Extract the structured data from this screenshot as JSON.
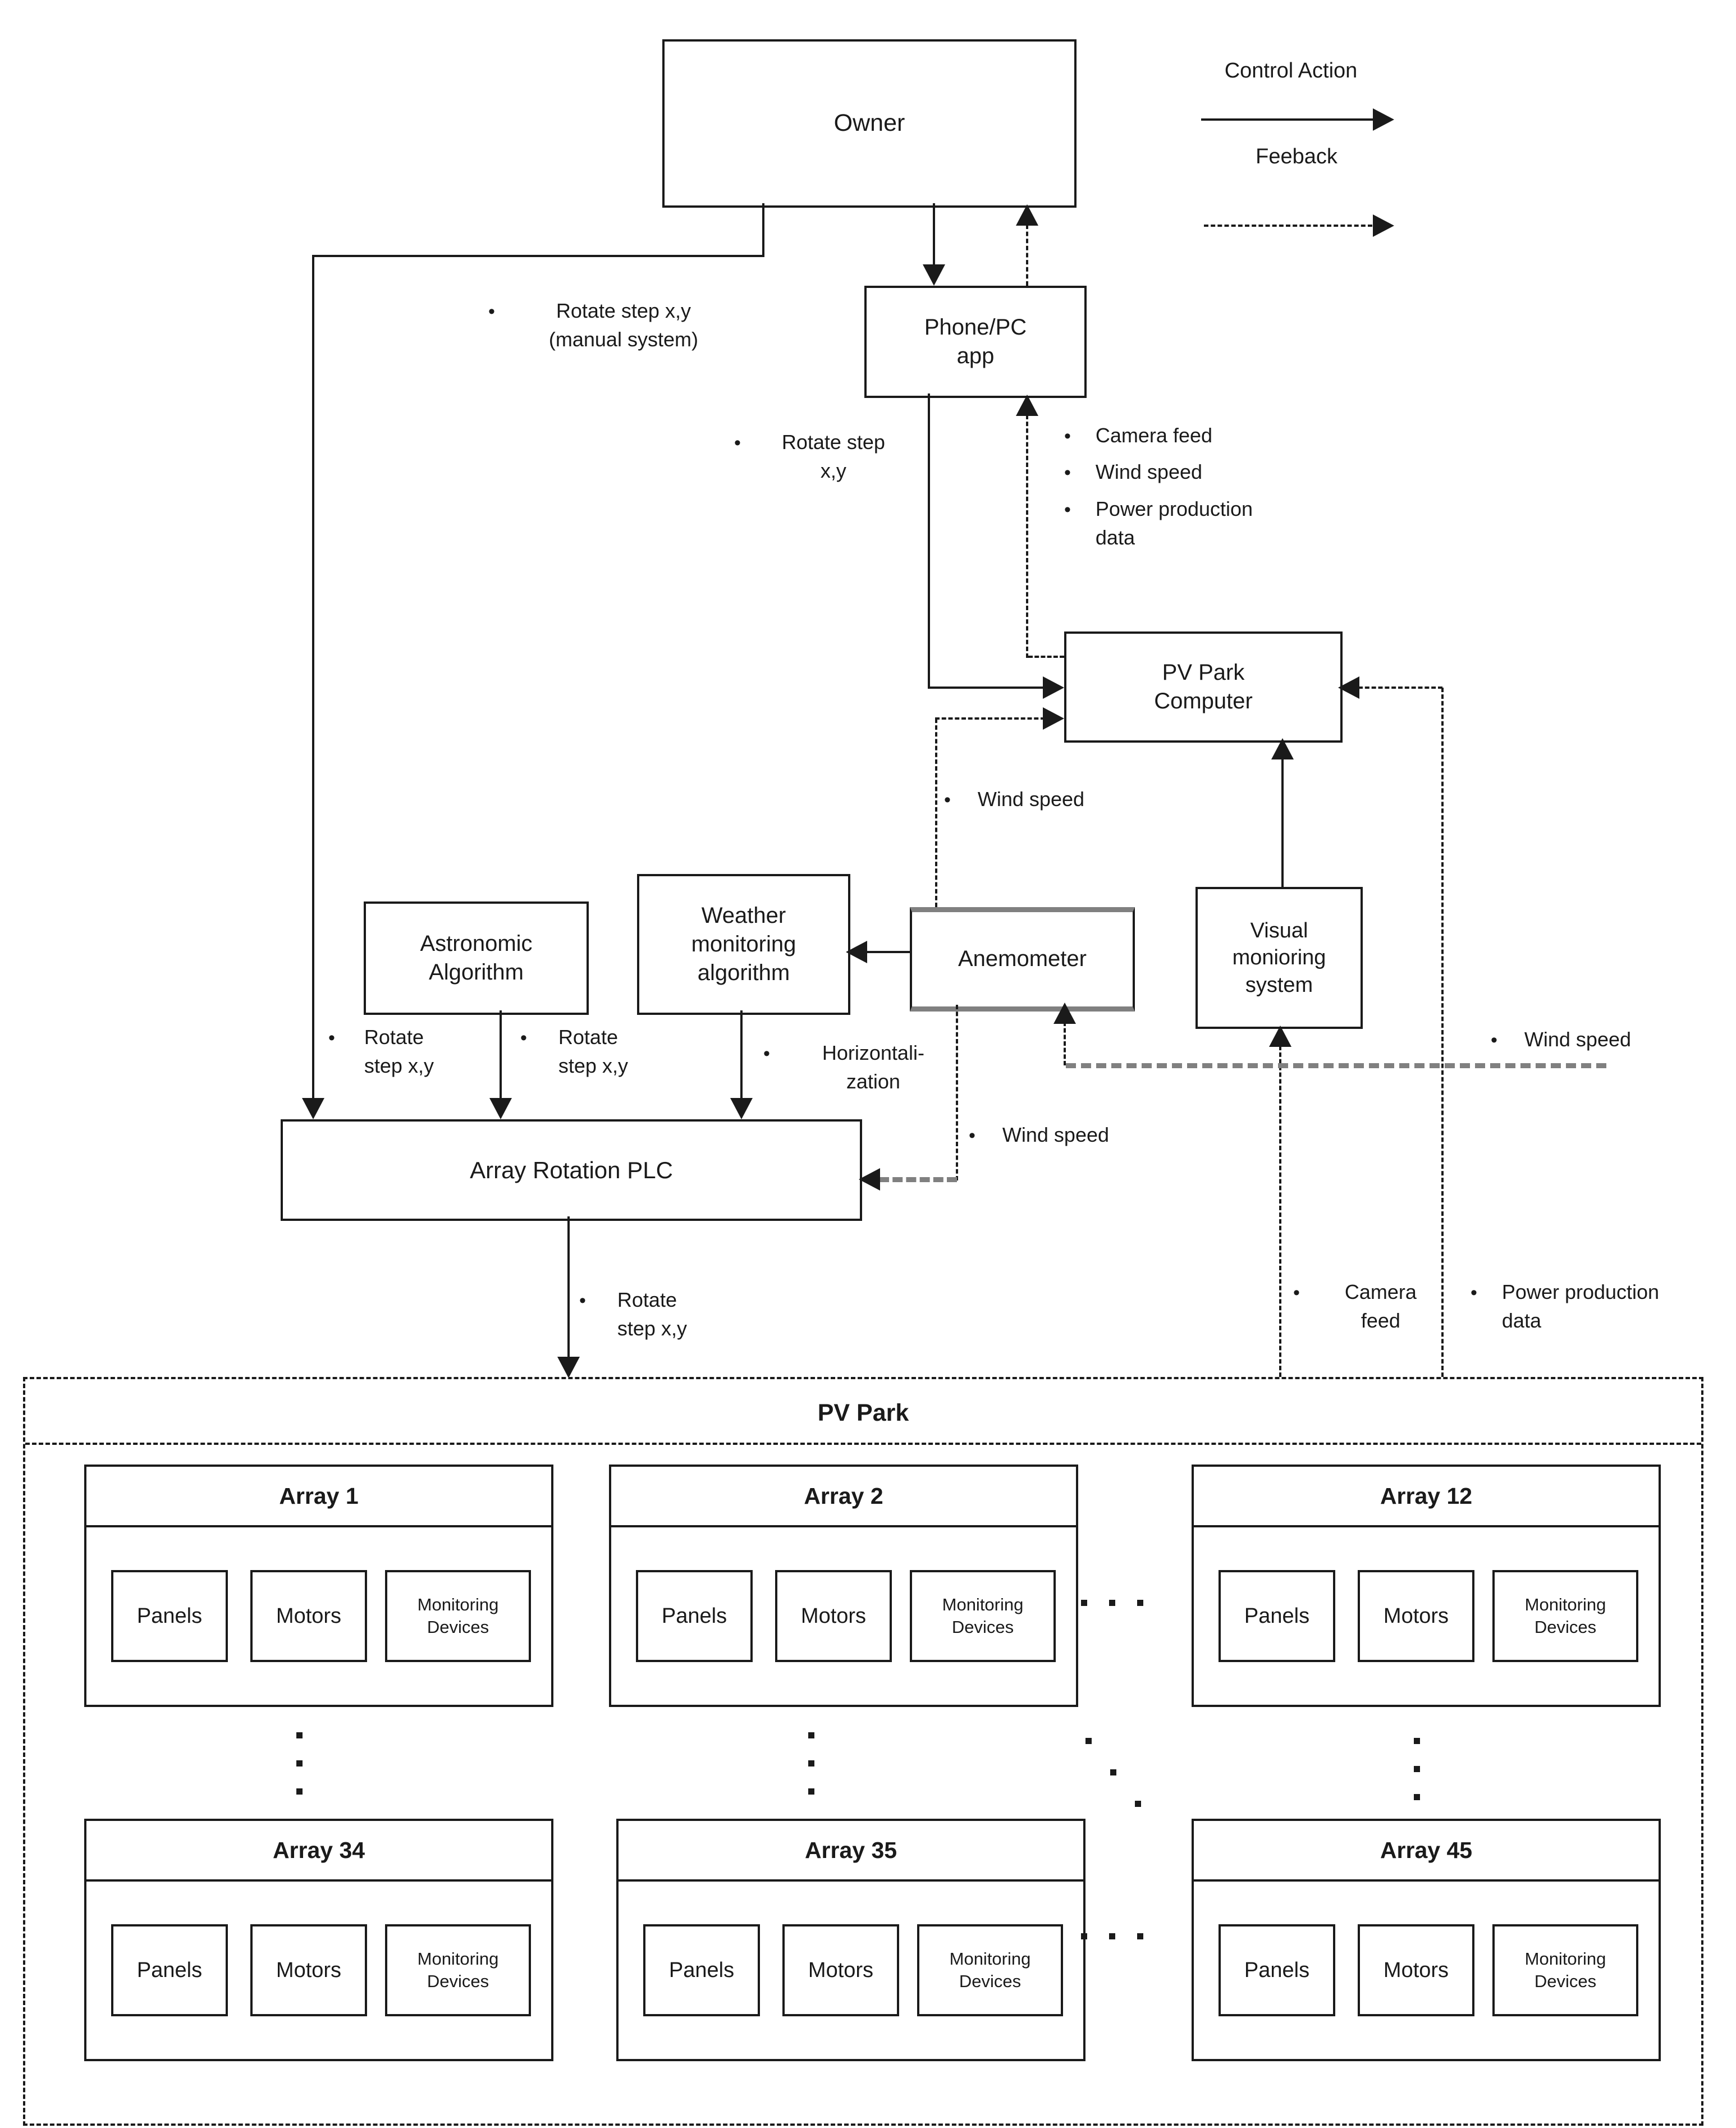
{
  "legend": {
    "control_action_label": "Control Action",
    "feedback_label": "Feeback"
  },
  "nodes": {
    "owner": "Owner",
    "phone_pc_app": "Phone/PC\napp",
    "pv_park_computer": "PV Park\nComputer",
    "astronomic_algorithm": "Astronomic\nAlgorithm",
    "weather_monitoring_algorithm": "Weather\nmonitoring\nalgorithm",
    "anemometer": "Anemometer",
    "visual_monitoring_system": "Visual\nmonioring\nsystem",
    "array_rotation_plc": "Array Rotation PLC"
  },
  "annotations": {
    "rotate_manual": "Rotate step x,y\n(manual system)",
    "rotate_app": "Rotate step\nx,y",
    "app_feedback_items": [
      "Camera feed",
      "Wind speed",
      "Power production\ndata"
    ],
    "wind_to_computer": "Wind speed",
    "rotate_astronomic": "Rotate\nstep x,y",
    "rotate_weather": "Rotate\nstep x,y",
    "horizontalization": "Horizontali-\nzation",
    "wind_to_plc": "Wind speed",
    "rotate_to_park": "Rotate\nstep x,y",
    "wind_feedback": "Wind speed",
    "camera_feed": "Camera\nfeed",
    "power_production": "Power production\ndata"
  },
  "pv_park": {
    "title": "PV Park",
    "components": {
      "panels": "Panels",
      "motors": "Motors",
      "monitoring_devices": "Monitoring\nDevices"
    },
    "arrays": [
      {
        "title": "Array 1"
      },
      {
        "title": "Array 2"
      },
      {
        "title": "Array 12"
      },
      {
        "title": "Array 34"
      },
      {
        "title": "Array 35"
      },
      {
        "title": "Array 45"
      }
    ]
  },
  "colors": {
    "diagram_line": "#1a1a1a",
    "highlight_gray": "#808080",
    "background": "#ffffff"
  }
}
